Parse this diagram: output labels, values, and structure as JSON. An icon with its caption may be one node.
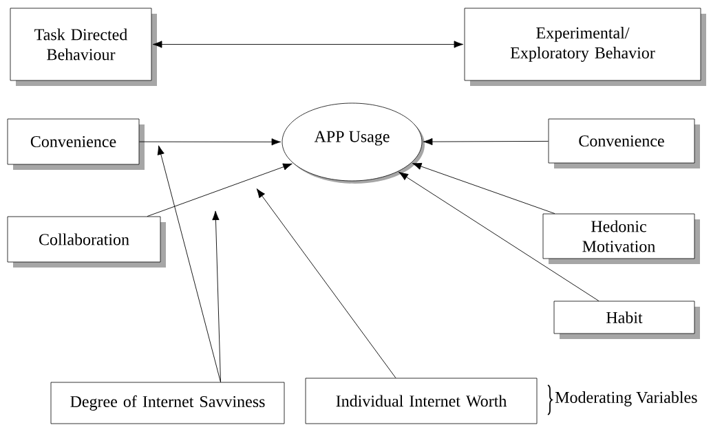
{
  "diagram": {
    "nodes": [
      {
        "text": [
          "Task Directed Behaviour"
        ]
      },
      {
        "text": [
          "Experimental/ Exploratory Behavior"
        ]
      },
      {
        "text": [
          "APP Usage"
        ]
      },
      {
        "text": [
          "Convenience"
        ]
      },
      {
        "text": [
          "Collaboration"
        ]
      },
      {
        "text": [
          "Convenience"
        ]
      },
      {
        "text": [
          "Hedonic Motivation"
        ]
      },
      {
        "text": [
          "Habit"
        ]
      },
      {
        "text": [
          "Degree of Internet Savviness"
        ]
      },
      {
        "text": [
          "Individual Internet Worth"
        ]
      }
    ],
    "edges": [
      {
        "from": 0,
        "to": 1,
        "arrow": "both"
      },
      {
        "from": 3,
        "to": 2,
        "arrow": "to"
      },
      {
        "from": 4,
        "to": 2,
        "arrow": "to"
      },
      {
        "from": 5,
        "to": 2,
        "arrow": "to"
      },
      {
        "from": 6,
        "to": 2,
        "arrow": "to"
      },
      {
        "from": 7,
        "to": 2,
        "arrow": "to"
      },
      {
        "from": 8,
        "to": null,
        "arrow": "to"
      },
      {
        "from": 8,
        "to": null,
        "arrow": "to"
      },
      {
        "from": 9,
        "to": null,
        "arrow": "to"
      }
    ],
    "labels": [
      "Moderating Variables"
    ]
  }
}
